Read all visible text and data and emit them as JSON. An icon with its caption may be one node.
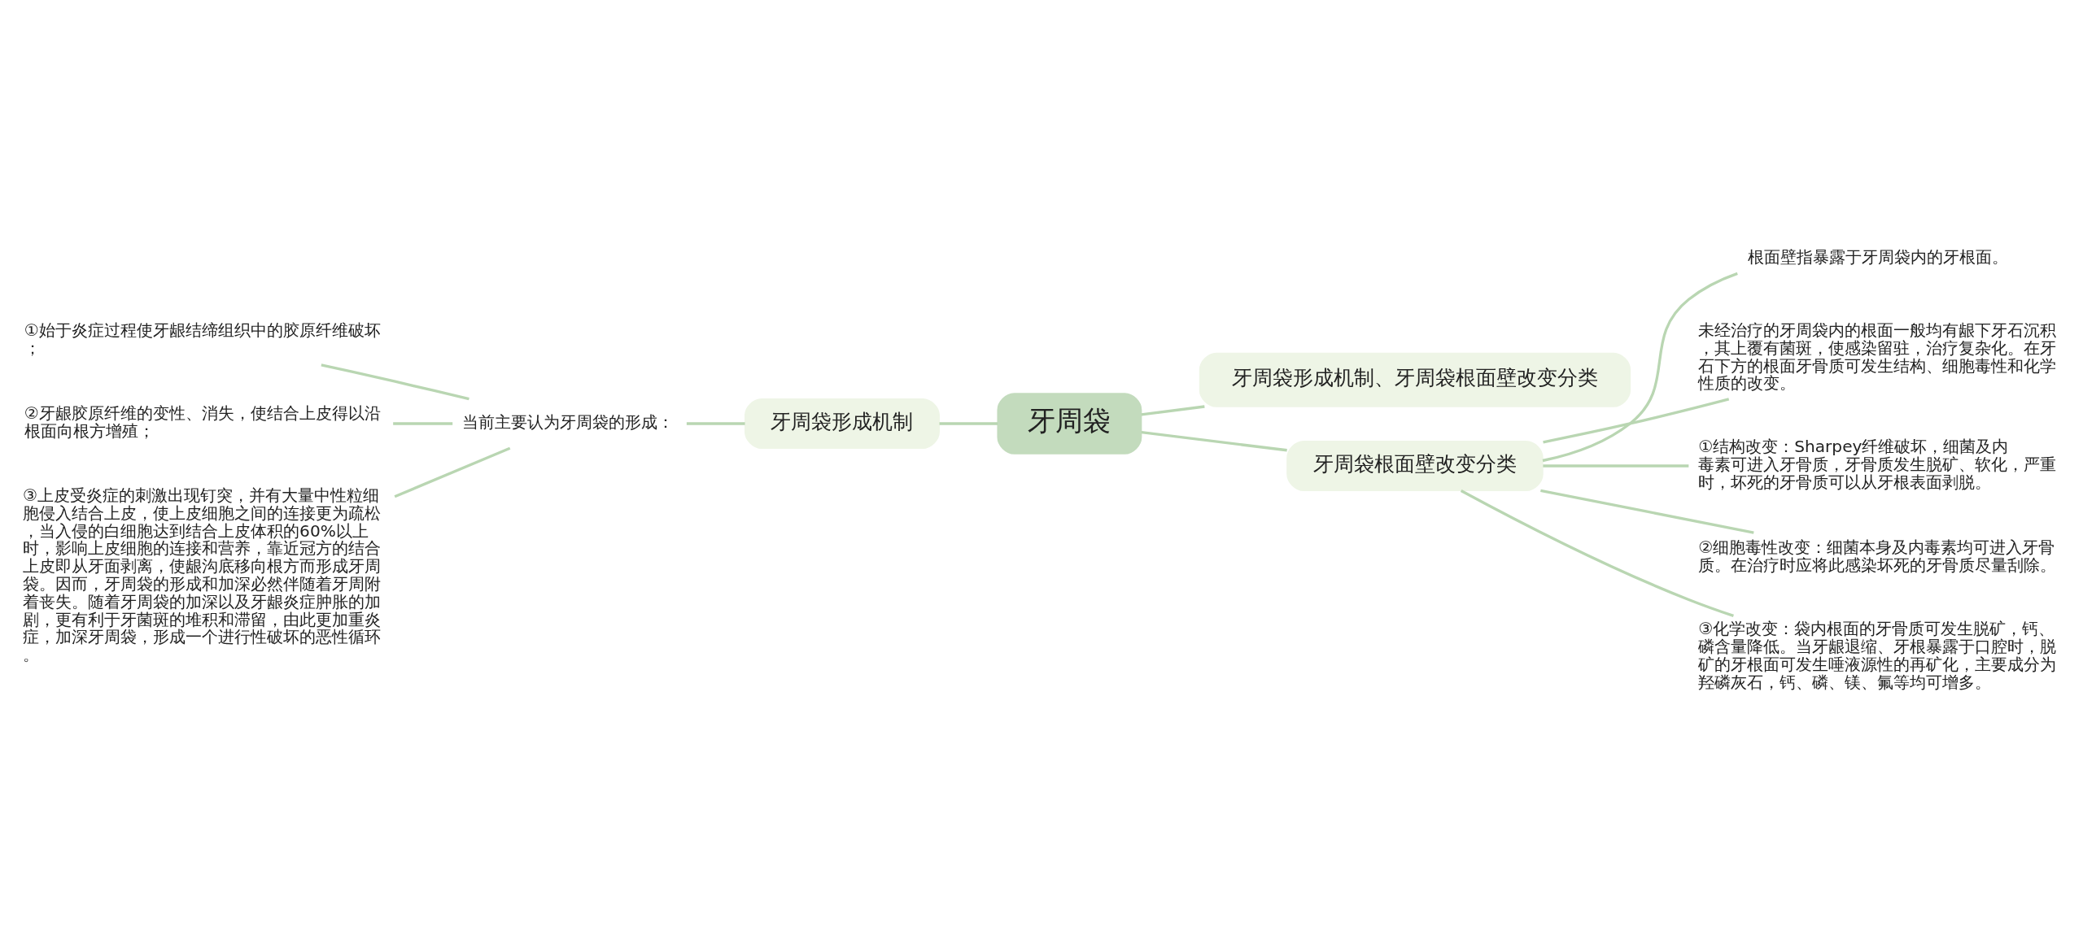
{
  "diagram": {
    "nodes": [
      {
        "text": [
          "牙周袋"
        ]
      },
      {
        "text": [
          "牙周袋形成机制、牙周袋根面壁改变分类"
        ]
      },
      {
        "text": [
          "牙周袋形成机制"
        ]
      },
      {
        "text": [
          "当前主要认为牙周袋的形成："
        ]
      },
      {
        "text": [
          "①始于炎症过程使牙龈结缔组织中的胶原纤维破坏；"
        ]
      },
      {
        "text": [
          "②牙龈胶原纤维的变性、消失，使结合上皮得以沿根面向根方增殖；"
        ]
      },
      {
        "text": [
          "③上皮受炎症的刺激出现钉突，并有大量中性粒细胞侵入结合上皮，使上皮细胞之间的连接更为疏松，当入侵的白细胞达到结合上皮体积的60%以上时，影响上皮细胞的连接和营养，靠近冠方的结合上皮即从牙面剥离，使龈沟底移向根方而形成牙周袋。因而，牙周袋的形成和加深必然伴随着牙周附着丧失。随着牙周袋的加深以及牙龈炎症肿胀的加剧，更有利于牙菌斑的堆积和滞留，由此更加重炎症，加深牙周袋，形成一个进行性破坏的恶性循环。"
        ]
      },
      {
        "text": [
          "牙周袋根面壁改变分类"
        ]
      },
      {
        "text": [
          "根面壁指暴露于牙周袋内的牙根面。"
        ]
      },
      {
        "text": [
          "未经治疗的牙周袋内的根面一般均有龈下牙石沉积，其上覆有菌斑，使感染留驻，治疗复杂化。在牙石下方的根面牙骨质可发生结构、细胞毒性和化学性质的改变。"
        ]
      },
      {
        "text": [
          "①结构改变：Sharpey纤维破坏，细菌及内毒素可进入牙骨质，牙骨质发生脱矿、软化，严重时，坏死的牙骨质可以从牙根表面剥脱。"
        ]
      },
      {
        "text": [
          "②细胞毒性改变：细菌本身及内毒素均可进入牙骨质。在治疗时应将此感染坏死的牙骨质尽量刮除。"
        ]
      },
      {
        "text": [
          "③化学改变：袋内根面的牙骨质可发生脱矿，钙、磷含量降低。当牙龈退缩、牙根暴露于口腔时，脱矿的牙根面可发生唾液源性的再矿化，主要成分为羟磷灰石，钙、磷、镁、氟等均可增多。"
        ]
      }
    ],
    "edges": [
      {
        "from": 0,
        "to": 1,
        "arrow": "none"
      },
      {
        "from": 0,
        "to": 2,
        "arrow": "none"
      },
      {
        "from": 2,
        "to": 3,
        "arrow": "none"
      },
      {
        "from": 3,
        "to": 4,
        "arrow": "none"
      },
      {
        "from": 3,
        "to": 5,
        "arrow": "none"
      },
      {
        "from": 3,
        "to": 6,
        "arrow": "none"
      },
      {
        "from": 0,
        "to": 7,
        "arrow": "none"
      },
      {
        "from": 7,
        "to": 8,
        "arrow": "none"
      },
      {
        "from": 7,
        "to": 9,
        "arrow": "none"
      },
      {
        "from": 7,
        "to": 10,
        "arrow": "none"
      },
      {
        "from": 7,
        "to": 11,
        "arrow": "none"
      },
      {
        "from": 7,
        "to": 12,
        "arrow": "none"
      }
    ]
  }
}
